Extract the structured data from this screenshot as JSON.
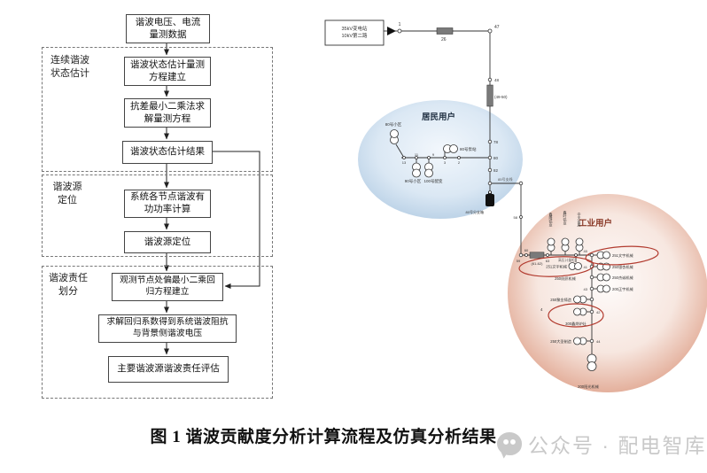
{
  "caption": {
    "text": "图 1  谐波贡献度分析计算流程及仿真分析结果"
  },
  "watermark": {
    "text": "公众号 · 配电智库"
  },
  "flowchart": {
    "sections": [
      {
        "label_lines": [
          "连续谐波",
          "状态估计"
        ]
      },
      {
        "label_lines": [
          "谐波源",
          "定位"
        ]
      },
      {
        "label_lines": [
          "谐波责任",
          "划分"
        ]
      }
    ],
    "boxes": [
      {
        "lines": [
          "谐波电压、电流",
          "量测数据"
        ]
      },
      {
        "lines": [
          "谐波状态估计量测",
          "方程建立"
        ]
      },
      {
        "lines": [
          "抗差最小二乘法求",
          "解量测方程"
        ]
      },
      {
        "lines": [
          "谐波状态估计结果"
        ]
      },
      {
        "lines": [
          "系统各节点谐波有",
          "功功率计算"
        ]
      },
      {
        "lines": [
          "谐波源定位"
        ]
      },
      {
        "lines": [
          "观测节点处偏最小二乘回",
          "归方程建立"
        ]
      },
      {
        "lines": [
          "求解回归系数得到系统谐波阻抗",
          "与背景侧谐波电压"
        ]
      },
      {
        "lines": [
          "主要谐波源谐波责任评估"
        ]
      }
    ]
  },
  "network": {
    "regions": {
      "residential": "居民用户",
      "industrial": "工业用户"
    },
    "substation": {
      "line1": "35kV变电站",
      "line2": "10kV第二路"
    },
    "colors": {
      "residential_stops": [
        "#f2f7fc",
        "#dbe8f4",
        "#b7cfe5"
      ],
      "industrial_stops": [
        "#fefbfa",
        "#f7e7e0",
        "#dfa28b"
      ],
      "highlight": "#b23b2f",
      "line": "#333333"
    },
    "labels": {
      "n1": "1",
      "seg26": "26",
      "n47": "47",
      "n48": "48",
      "seg49": "(49-50)",
      "n78": "78",
      "n80": "80",
      "n82": "82",
      "n58": "58",
      "branch": "85号支线",
      "feeder_box": "80号分支箱",
      "res_t1": "80号小区",
      "res_t2": "90号小区",
      "res_t3": "100号配变",
      "res_t4": "80号泵站",
      "rn13": "13",
      "rn11": "11",
      "rn9": "9",
      "rn3": "3",
      "rn2": "2",
      "n59": "59",
      "n60": "60",
      "seg61": "(61-62)",
      "n63": "63",
      "v1": "鑫隆铝业",
      "v2": "鑫叶铝业",
      "v3": "中天金属",
      "hv": "高压计量柜",
      "n40": "40",
      "n41": "41",
      "n42": "42",
      "n43": "43",
      "n44": "44",
      "n4": "4",
      "tr1": "251文宇机械",
      "tr2": "250银杏机械",
      "tr3": "250杰诚机械",
      "tr4": "200正宇机械",
      "tl1": "250聚金铸造",
      "tl2": "250大圣制造",
      "tc2": "251文宇机械",
      "tc2b": "250纺织机械",
      "tc3": "300鑫烨炉灶",
      "tbottom": "200阳光机械"
    }
  }
}
